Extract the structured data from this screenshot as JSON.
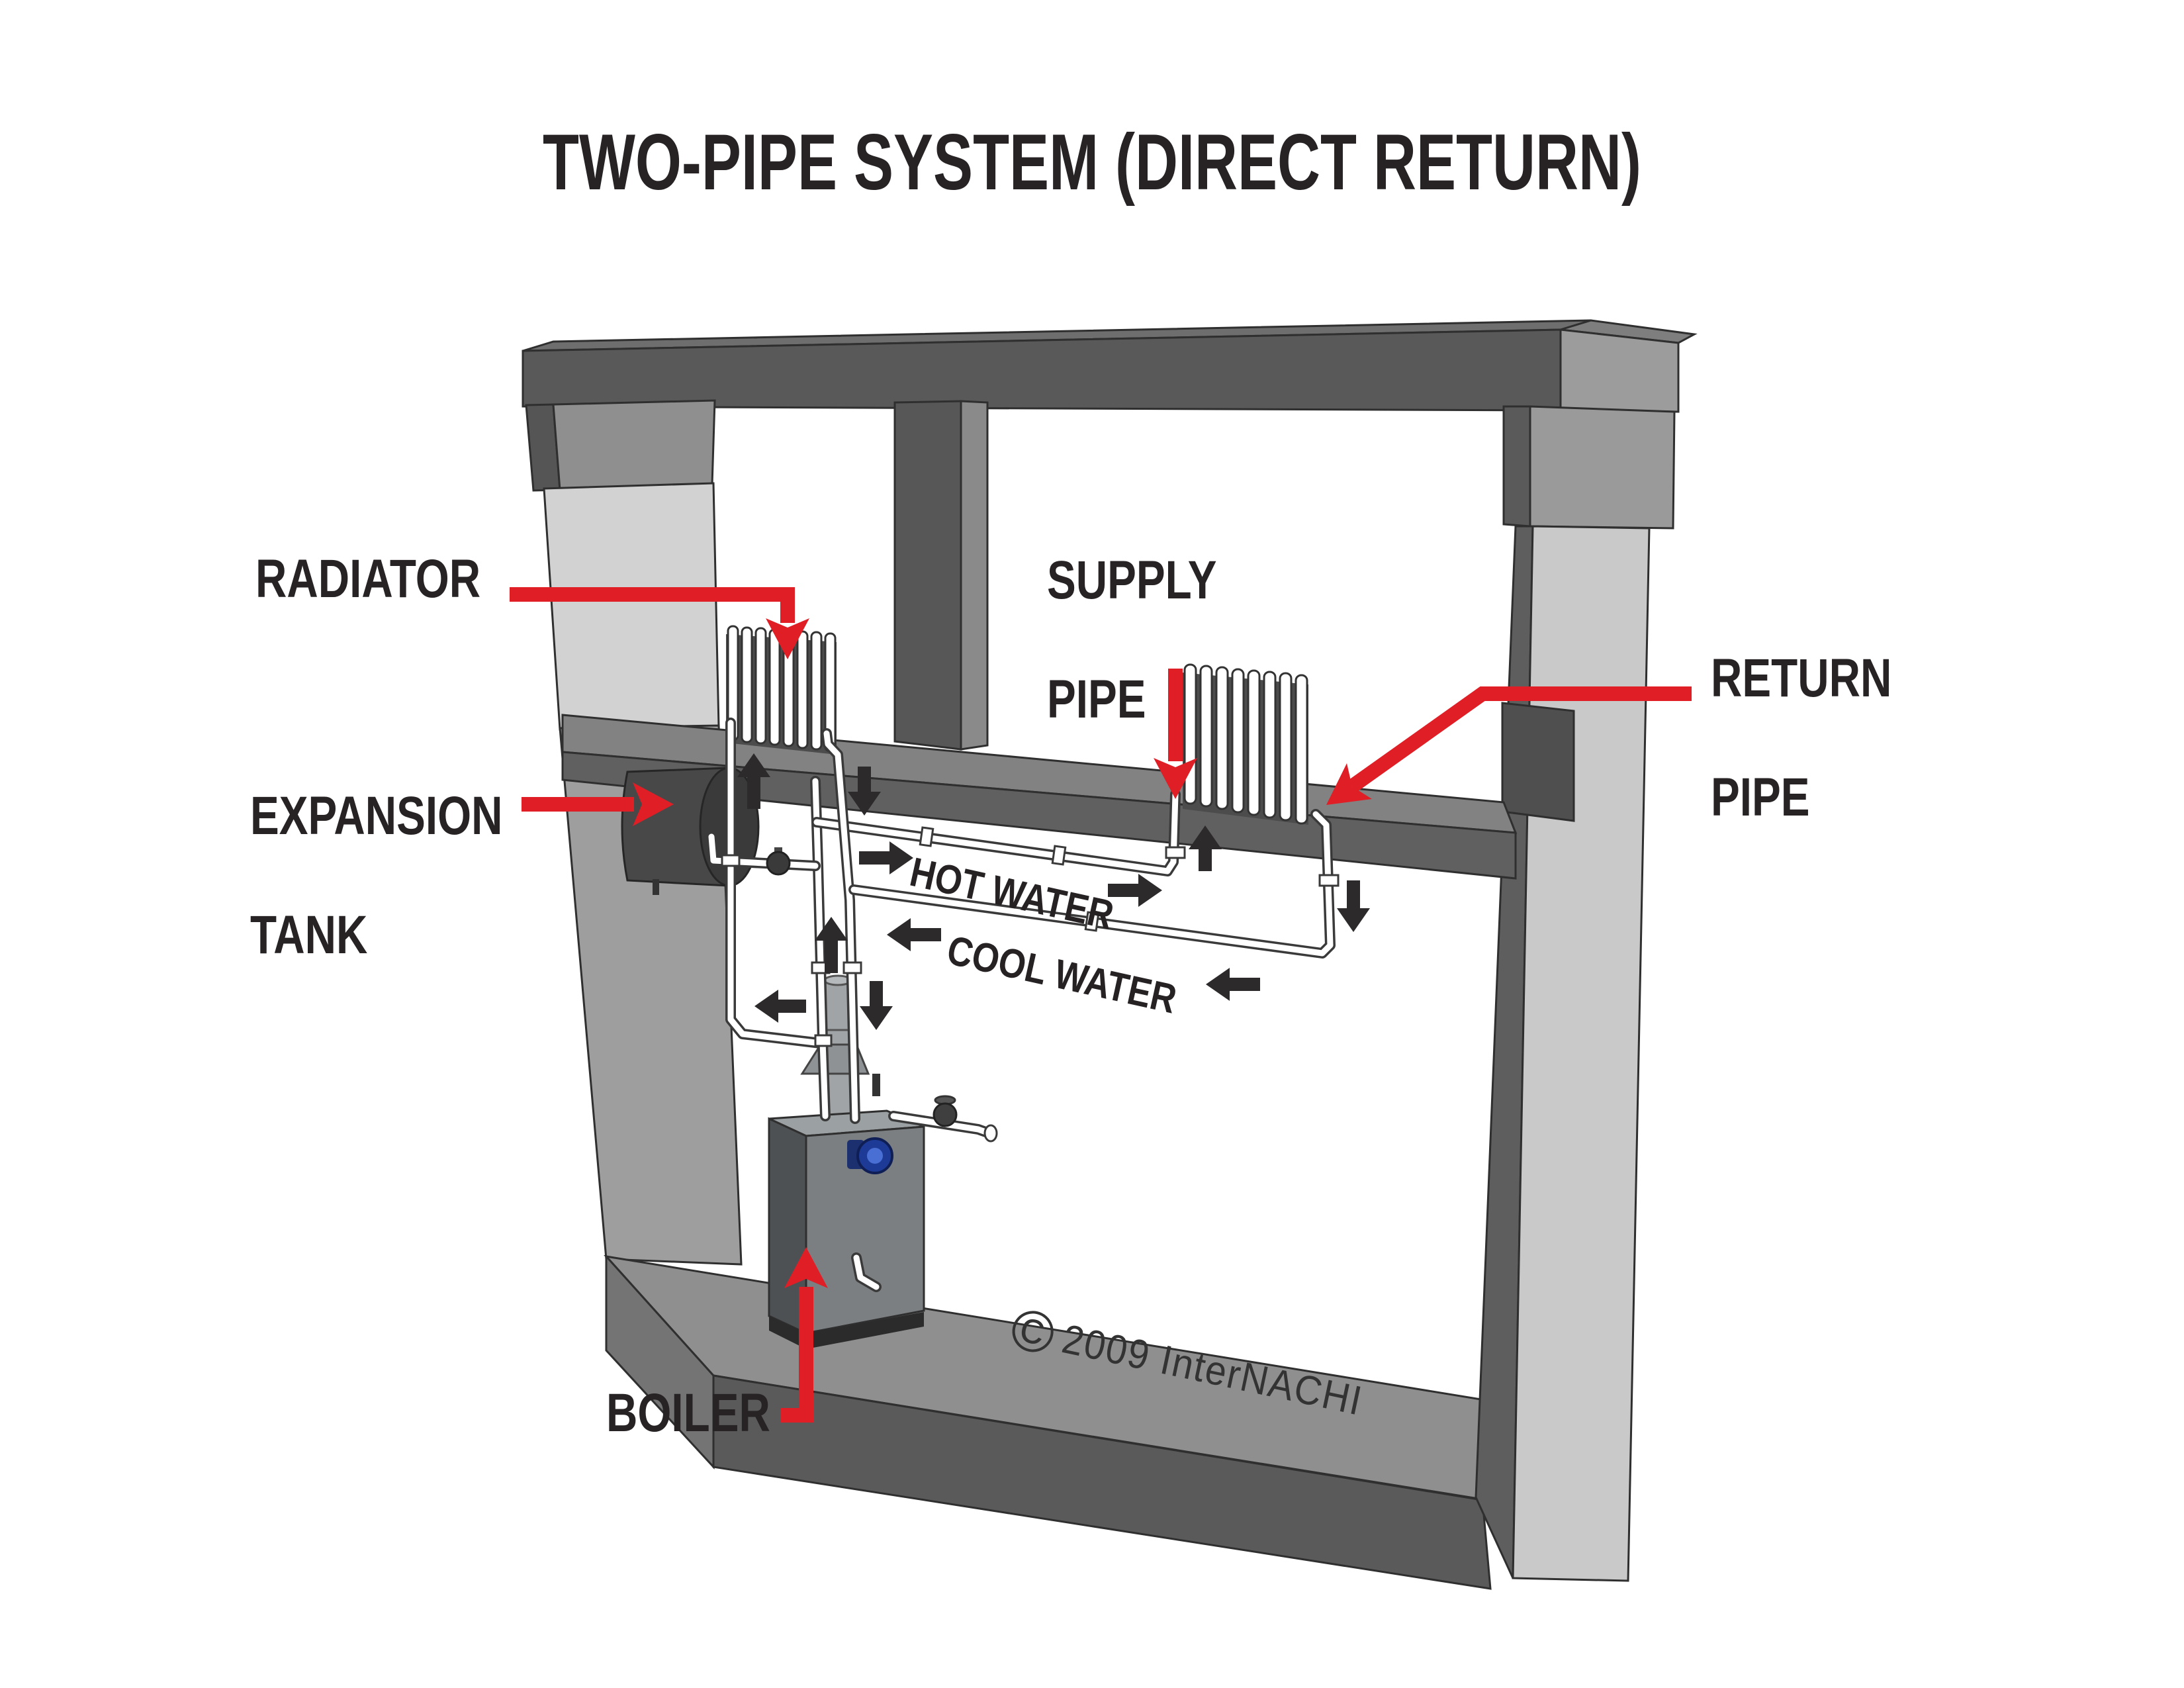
{
  "title": "TWO-PIPE SYSTEM (DIRECT RETURN)",
  "labels": {
    "radiator": "RADIATOR",
    "supply_line1": "SUPPLY",
    "supply_line2": "PIPE",
    "return_line1": "RETURN",
    "return_line2": "PIPE",
    "expansion_line1": "EXPANSION",
    "expansion_line2": "TANK",
    "boiler": "BOILER"
  },
  "flow_labels": {
    "hot_water": "HOT WATER",
    "cool_water": "COOL WATER"
  },
  "copyright": {
    "symbol": "©",
    "text": "2009 InterNACHI"
  },
  "colors": {
    "callout_red": "#e01e26",
    "flow_arrow_black": "#2d2a2b",
    "beam_dark": "#595959",
    "wall_light": "#d2d2d2",
    "wall_lower": "#9e9e9e",
    "shelf_front": "#606060",
    "floor_top": "#8f8f8f",
    "pump_blue": "#1d3a96"
  }
}
